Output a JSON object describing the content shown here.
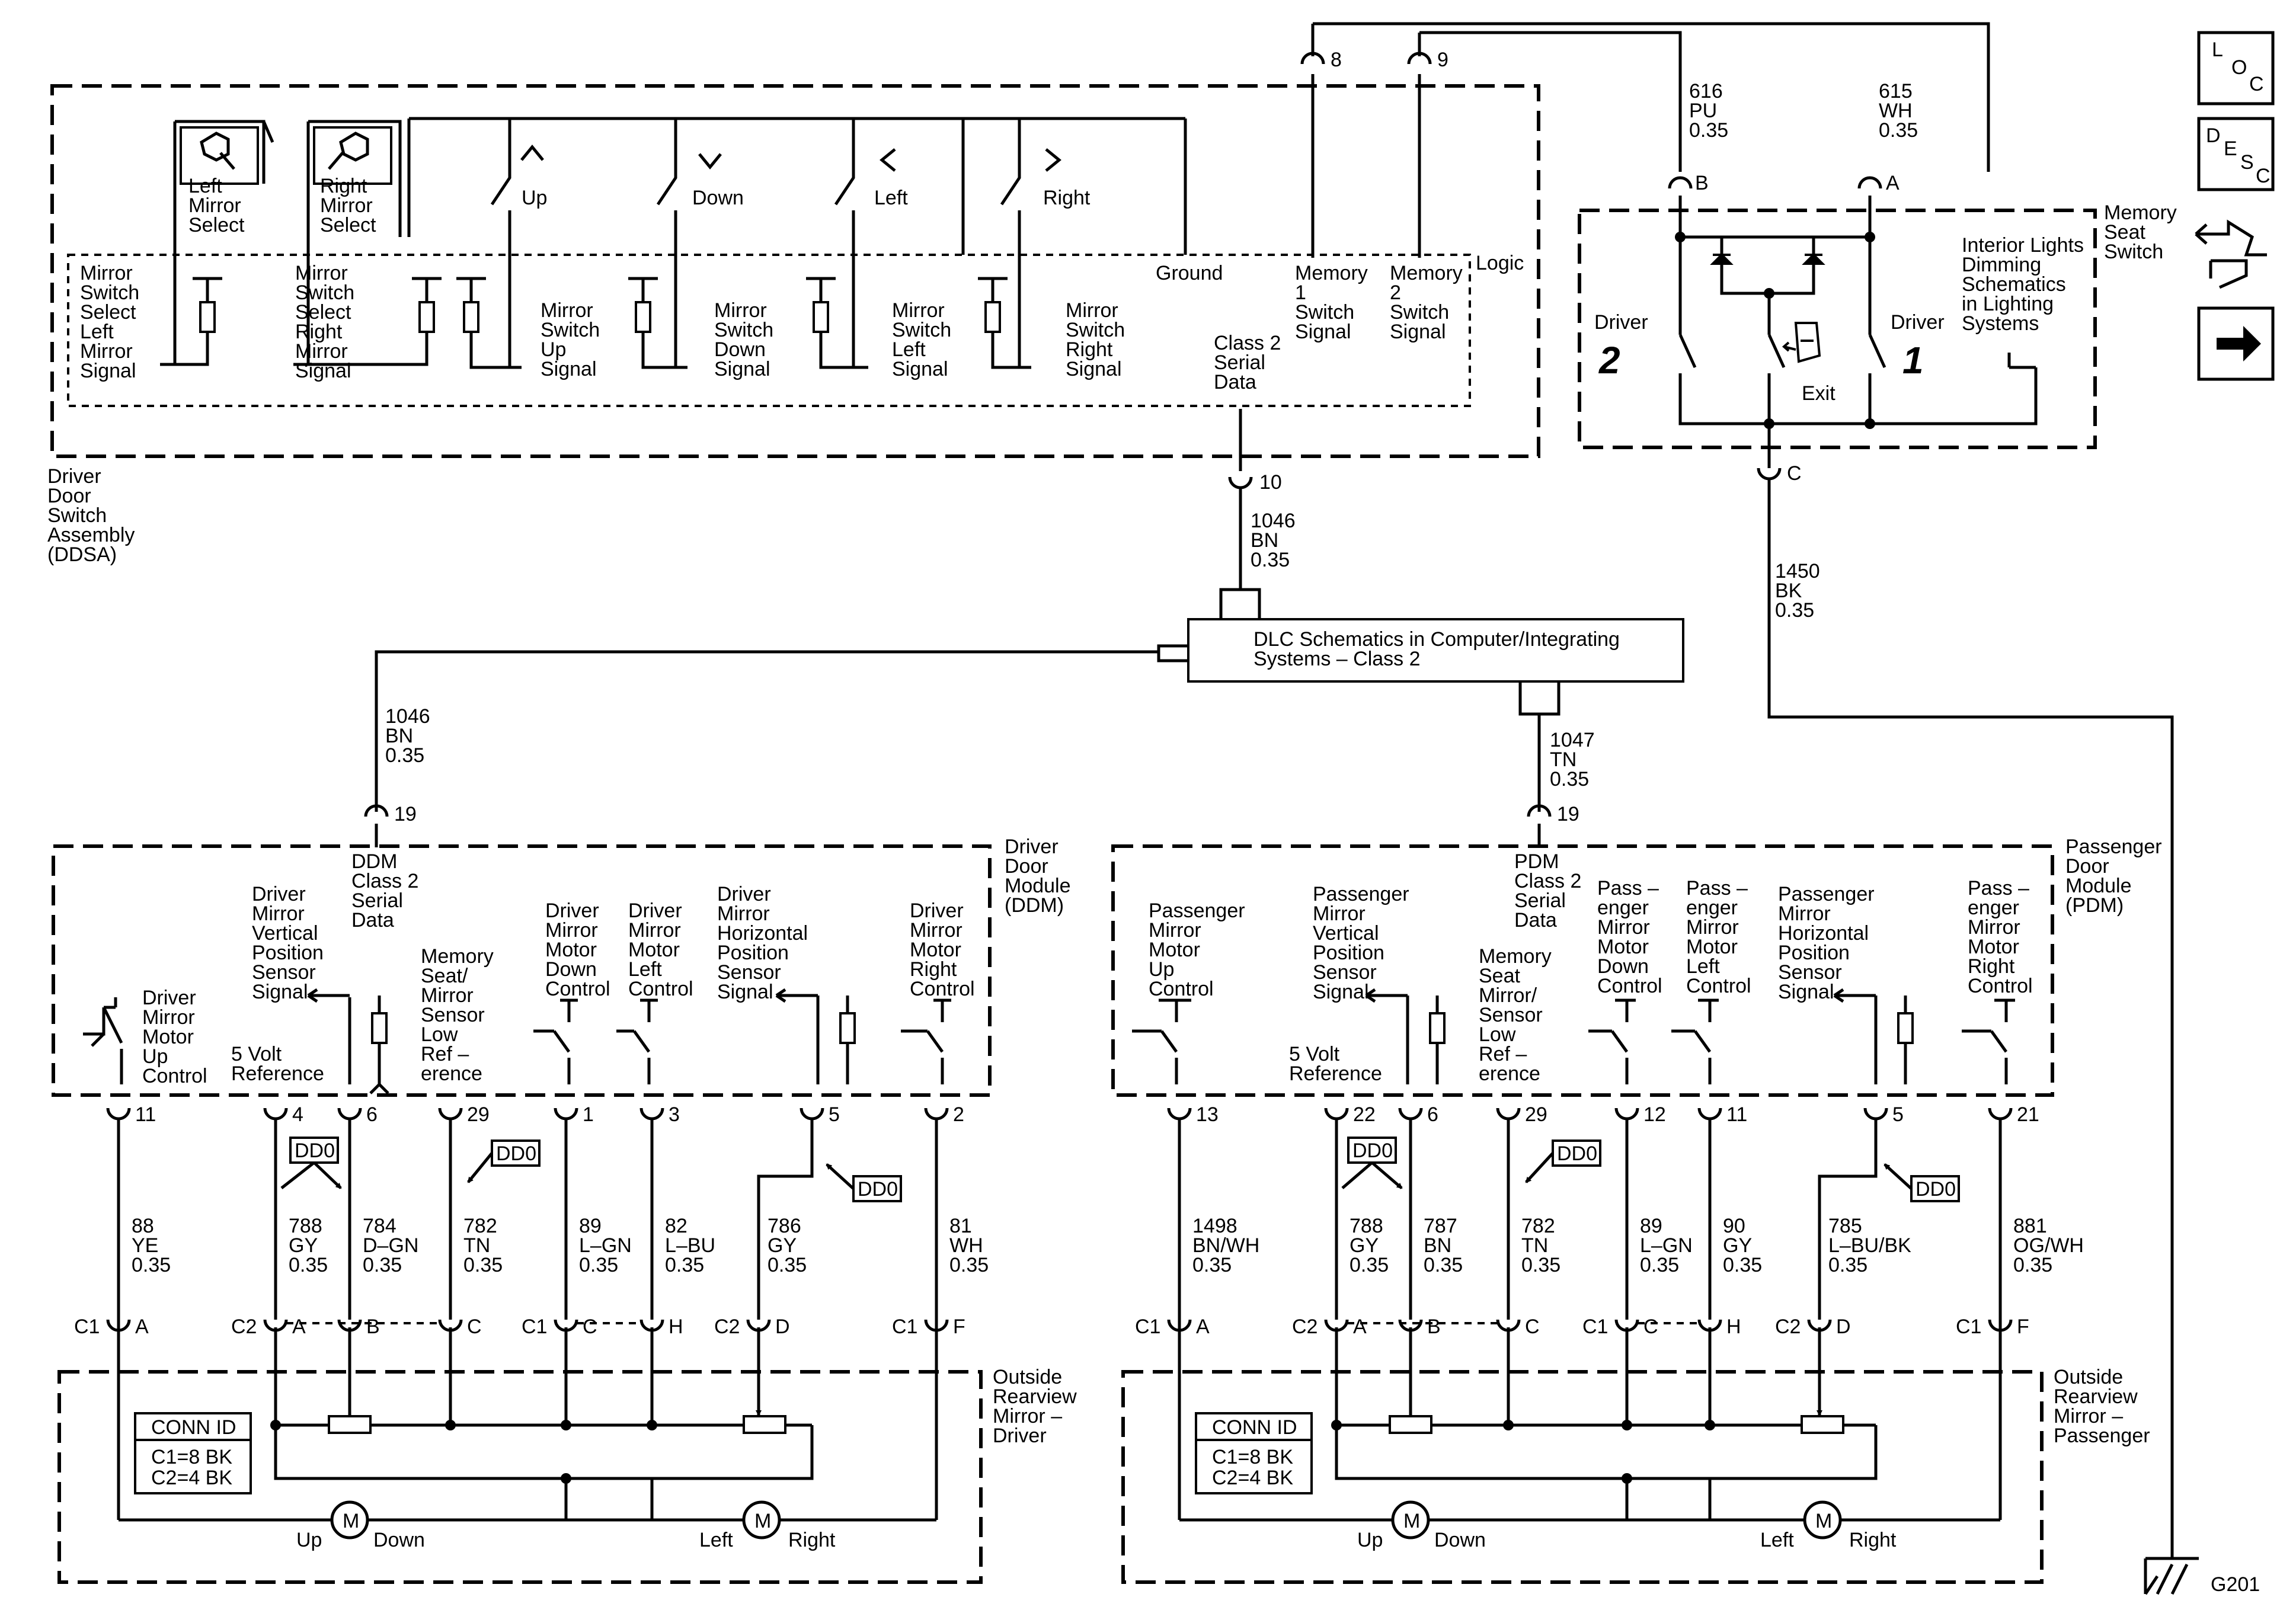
{
  "nav_icons": {
    "loc": {
      "letters": [
        "L",
        "O",
        "C"
      ]
    },
    "desc": {
      "letters": [
        "D",
        "E",
        "S",
        "C"
      ]
    },
    "connector_icon": "connector-views-icon",
    "next_icon": "right-arrow-icon"
  },
  "ddsa": {
    "name_lines": [
      "Driver",
      "Door",
      "Switch",
      "Assembly",
      "(DDSA)"
    ],
    "logic": "Logic",
    "left_mirror_select": [
      "Left",
      "Mirror",
      "Select"
    ],
    "right_mirror_select": [
      "Right",
      "Mirror",
      "Select"
    ],
    "up": "Up",
    "down": "Down",
    "left": "Left",
    "right": "Right",
    "ground": "Ground",
    "memory1": [
      "Memory",
      "1",
      "Switch",
      "Signal"
    ],
    "memory2": [
      "Memory",
      "2",
      "Switch",
      "Signal"
    ],
    "class2": [
      "Class 2",
      "Serial",
      "Data"
    ],
    "sig_left_select": [
      "Mirror",
      "Switch",
      "Select",
      "Left",
      "Mirror",
      "Signal"
    ],
    "sig_right_select": [
      "Mirror",
      "Switch",
      "Select",
      "Right",
      "Mirror",
      "Signal"
    ],
    "sig_up": [
      "Mirror",
      "Switch",
      "Up",
      "Signal"
    ],
    "sig_down": [
      "Mirror",
      "Switch",
      "Down",
      "Signal"
    ],
    "sig_left": [
      "Mirror",
      "Switch",
      "Left",
      "Signal"
    ],
    "sig_right": [
      "Mirror",
      "Switch",
      "Right",
      "Signal"
    ],
    "pins": {
      "p8": "8",
      "p9": "9",
      "p10": "10"
    }
  },
  "memory_seat_switch": {
    "name_lines": [
      "Memory",
      "Seat",
      "Switch"
    ],
    "interior_ref": [
      "Interior Lights",
      "Dimming",
      "Schematics",
      "in Lighting",
      "Systems"
    ],
    "driver2_label": "Driver",
    "driver2_num": "2",
    "driver1_label": "Driver",
    "driver1_num": "1",
    "exit": "Exit",
    "pin_a": "A",
    "pin_b": "B",
    "pin_c": "C"
  },
  "wires_top": {
    "w616": [
      "616",
      "PU",
      "0.35"
    ],
    "w615": [
      "615",
      "WH",
      "0.35"
    ],
    "w1046a": [
      "1046",
      "BN",
      "0.35"
    ],
    "w1450": [
      "1450",
      "BK",
      "0.35"
    ],
    "w1046b": [
      "1046",
      "BN",
      "0.35"
    ],
    "w1047": [
      "1047",
      "TN",
      "0.35"
    ]
  },
  "dlc": {
    "lines": [
      "DLC Schematics in Computer/Integrating",
      "Systems – Class 2"
    ]
  },
  "ddm": {
    "name_lines": [
      "Driver",
      "Door",
      "Module",
      "(DDM)"
    ],
    "class2": [
      "DDM",
      "Class 2",
      "Serial",
      "Data"
    ],
    "pin19": "19",
    "up_ctrl": [
      "Driver",
      "Mirror",
      "Motor",
      "Up",
      "Control"
    ],
    "vert_sensor": [
      "Driver",
      "Mirror",
      "Vertical",
      "Position",
      "Sensor",
      "Signal"
    ],
    "five_volt": [
      "5 Volt",
      "Reference"
    ],
    "low_ref": [
      "Memory",
      "Seat/",
      "Mirror",
      "Sensor",
      "Low",
      "Ref –",
      "erence"
    ],
    "down_ctrl": [
      "Driver",
      "Mirror",
      "Motor",
      "Down",
      "Control"
    ],
    "left_ctrl": [
      "Driver",
      "Mirror",
      "Motor",
      "Left",
      "Control"
    ],
    "horiz_sensor": [
      "Driver",
      "Mirror",
      "Horizontal",
      "Position",
      "Sensor",
      "Signal"
    ],
    "right_ctrl": [
      "Driver",
      "Mirror",
      "Motor",
      "Right",
      "Control"
    ],
    "pins": [
      "11",
      "4",
      "6",
      "29",
      "1",
      "3",
      "5",
      "2"
    ],
    "wires": [
      [
        "88",
        "YE",
        "0.35"
      ],
      [
        "788",
        "GY",
        "0.35"
      ],
      [
        "784",
        "D–GN",
        "0.35"
      ],
      [
        "782",
        "TN",
        "0.35"
      ],
      [
        "89",
        "L–GN",
        "0.35"
      ],
      [
        "82",
        "L–BU",
        "0.35"
      ],
      [
        "786",
        "GY",
        "0.35"
      ],
      [
        "81",
        "WH",
        "0.35"
      ]
    ],
    "dd0": "DD0"
  },
  "pdm": {
    "name_lines": [
      "Passenger",
      "Door",
      "Module",
      "(PDM)"
    ],
    "class2": [
      "PDM",
      "Class 2",
      "Serial",
      "Data"
    ],
    "pin19": "19",
    "up_ctrl": [
      "Passenger",
      "Mirror",
      "Motor",
      "Up",
      "Control"
    ],
    "vert_sensor": [
      "Passenger",
      "Mirror",
      "Vertical",
      "Position",
      "Sensor",
      "Signal"
    ],
    "five_volt": [
      "5 Volt",
      "Reference"
    ],
    "low_ref": [
      "Memory",
      "Seat",
      "Mirror/",
      "Sensor",
      "Low",
      "Ref –",
      "erence"
    ],
    "down_ctrl": [
      "Pass –",
      "enger",
      "Mirror",
      "Motor",
      "Down",
      "Control"
    ],
    "left_ctrl": [
      "Pass –",
      "enger",
      "Mirror",
      "Motor",
      "Left",
      "Control"
    ],
    "horiz_sensor": [
      "Passenger",
      "Mirror",
      "Horizontal",
      "Position",
      "Sensor",
      "Signal"
    ],
    "right_ctrl": [
      "Pass –",
      "enger",
      "Mirror",
      "Motor",
      "Right",
      "Control"
    ],
    "pins": [
      "13",
      "22",
      "6",
      "29",
      "12",
      "11",
      "5",
      "21"
    ],
    "wires": [
      [
        "1498",
        "BN/WH",
        "0.35"
      ],
      [
        "788",
        "GY",
        "0.35"
      ],
      [
        "787",
        "BN",
        "0.35"
      ],
      [
        "782",
        "TN",
        "0.35"
      ],
      [
        "89",
        "L–GN",
        "0.35"
      ],
      [
        "90",
        "GY",
        "0.35"
      ],
      [
        "785",
        "L–BU/BK",
        "0.35"
      ],
      [
        "881",
        "OG/WH",
        "0.35"
      ]
    ],
    "dd0": "DD0"
  },
  "mirror_driver": {
    "name_lines": [
      "Outside",
      "Rearview",
      "Mirror –",
      "Driver"
    ],
    "conn_id": "CONN ID",
    "c1": "C1=8 BK",
    "c2": "C2=4 BK",
    "connectors": [
      [
        "C1",
        "A"
      ],
      [
        "C2",
        "A"
      ],
      [
        "",
        "B"
      ],
      [
        "",
        "C"
      ],
      [
        "C1",
        "C"
      ],
      [
        "",
        "H"
      ],
      [
        "C2",
        "D"
      ],
      [
        "C1",
        "F"
      ]
    ],
    "motor": "M",
    "up": "Up",
    "down": "Down",
    "left": "Left",
    "right": "Right"
  },
  "mirror_passenger": {
    "name_lines": [
      "Outside",
      "Rearview",
      "Mirror –",
      "Passenger"
    ],
    "conn_id": "CONN ID",
    "c1": "C1=8 BK",
    "c2": "C2=4 BK",
    "connectors": [
      [
        "C1",
        "A"
      ],
      [
        "C2",
        "A"
      ],
      [
        "",
        "B"
      ],
      [
        "",
        "C"
      ],
      [
        "C1",
        "C"
      ],
      [
        "",
        "H"
      ],
      [
        "C2",
        "D"
      ],
      [
        "C1",
        "F"
      ]
    ],
    "motor": "M",
    "up": "Up",
    "down": "Down",
    "left": "Left",
    "right": "Right"
  },
  "ground": {
    "name": "G201"
  }
}
